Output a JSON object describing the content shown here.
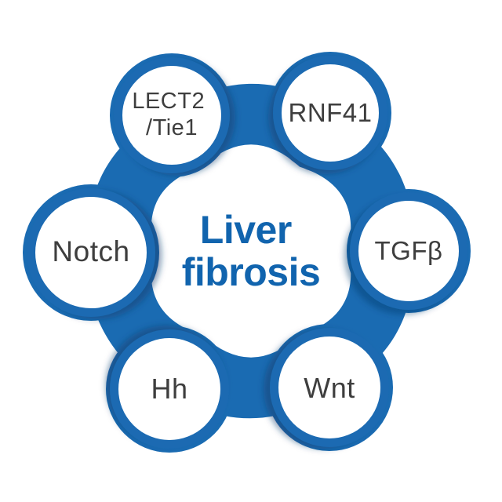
{
  "diagram": {
    "title": {
      "line1": "Liver",
      "line2": "fibrosis"
    },
    "nodes": [
      {
        "id": "lect2-tie1",
        "line1": "LECT2",
        "line2": "/Tie1"
      },
      {
        "id": "rnf41",
        "label": "RNF41"
      },
      {
        "id": "tgfb",
        "label": "TGFβ"
      },
      {
        "id": "wnt",
        "label": "Wnt"
      },
      {
        "id": "hh",
        "label": "Hh"
      },
      {
        "id": "notch",
        "label": "Notch"
      }
    ],
    "colors": {
      "primary_blue": "#1a6bb2",
      "title_blue": "#1164ae",
      "label_gray": "#3e3e3e",
      "shadow_navy": "#0a3a6e",
      "background": "#ffffff"
    }
  }
}
